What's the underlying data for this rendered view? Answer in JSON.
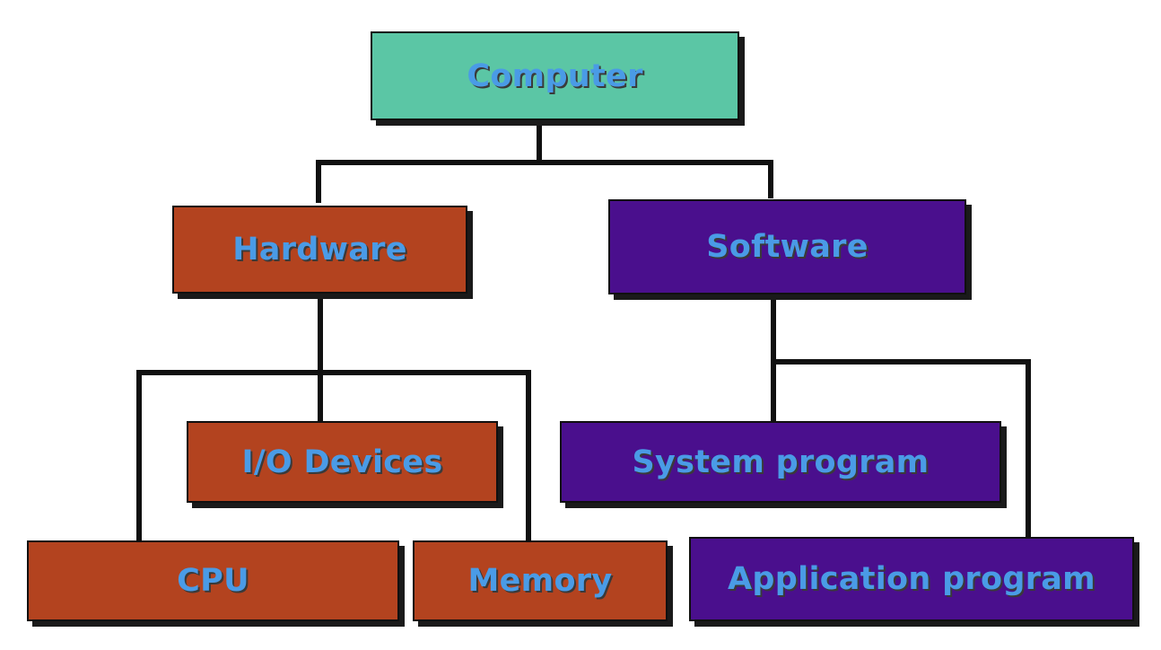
{
  "colors": {
    "root_fill": "#5bc6a5",
    "hardware_fill": "#b3431f",
    "software_fill": "#4a0f8d",
    "label_text": "#4a9be6",
    "connector": "#101010",
    "shadow": "#1a1a1a"
  },
  "nodes": {
    "computer": "Computer",
    "hardware": "Hardware",
    "software": "Software",
    "io_devices": "I/O Devices",
    "system_program": "System program",
    "cpu": "CPU",
    "memory": "Memory",
    "application_program": "Application program"
  }
}
